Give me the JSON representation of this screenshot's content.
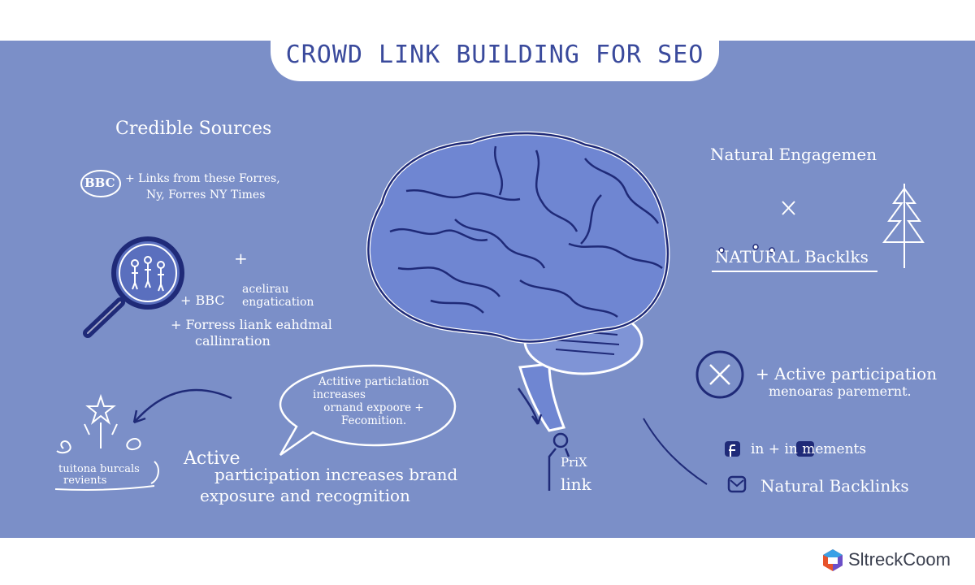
{
  "title": "CROWD LINK BUILDING FOR SEO",
  "left": {
    "credible_heading": "Credible Sources",
    "bbc_badge": "BBC",
    "links_line1": "+ Links from these Forres,",
    "links_line2": "Ny, Forres NY Times",
    "plus": "+",
    "bbc2": "+ BBC",
    "bbc2_note1": "acelirau",
    "bbc2_note2": "engatication",
    "forres_line1": "+ Forress liank eahdmal",
    "forres_line2": "callinration"
  },
  "bubble": {
    "line1": "Actitive particlation",
    "line2": "increases",
    "line3": "ornand expoore +",
    "line4": "Fecomition."
  },
  "bottom_left": {
    "review_line1": "tuitona burcals",
    "review_line2": "revients",
    "active_word": "Active",
    "active_line2": "participation increases brand",
    "active_line3": "exposure and recognition"
  },
  "center": {
    "person_label": "PriX",
    "link_label": "link"
  },
  "right": {
    "engagement_heading": "Natural Engagemen",
    "x_mark": "×",
    "backlinks_title": "NATURAL Backlks",
    "active_line1": "+ Active participation",
    "active_line2": "menoaras paremernt.",
    "social_text": "in + in mements",
    "natural_backlinks": "Natural Backlinks"
  },
  "brand": "SltreckCoom",
  "colors": {
    "board": "#7b8fc8",
    "brain": "#6f86d2",
    "brain_line": "#1f2a78",
    "title_text": "#3a4a9c"
  }
}
